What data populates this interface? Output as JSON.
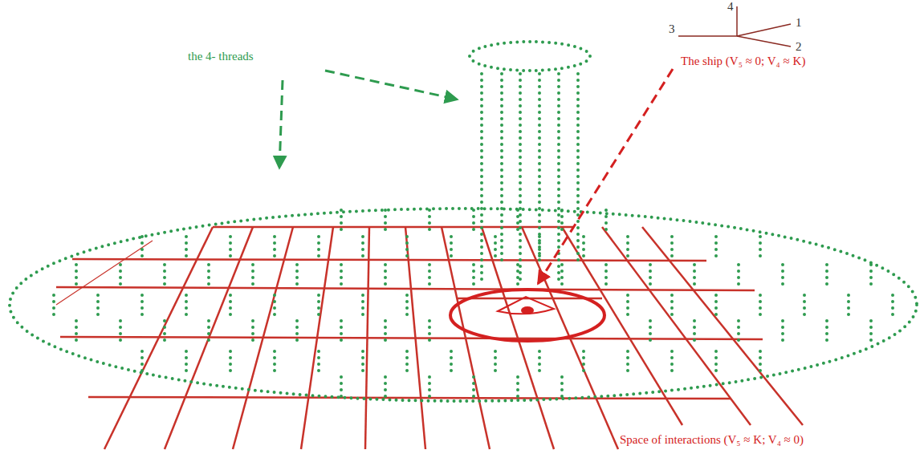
{
  "diagram": {
    "labels": [
      "the 4- threads",
      "The ship (V₅ ≈ 0; V₄ ≈ K)",
      "Space of interactions (V₅ ≈ K; V₄ ≈ 0)",
      "4",
      "3",
      "1",
      "2"
    ]
  }
}
